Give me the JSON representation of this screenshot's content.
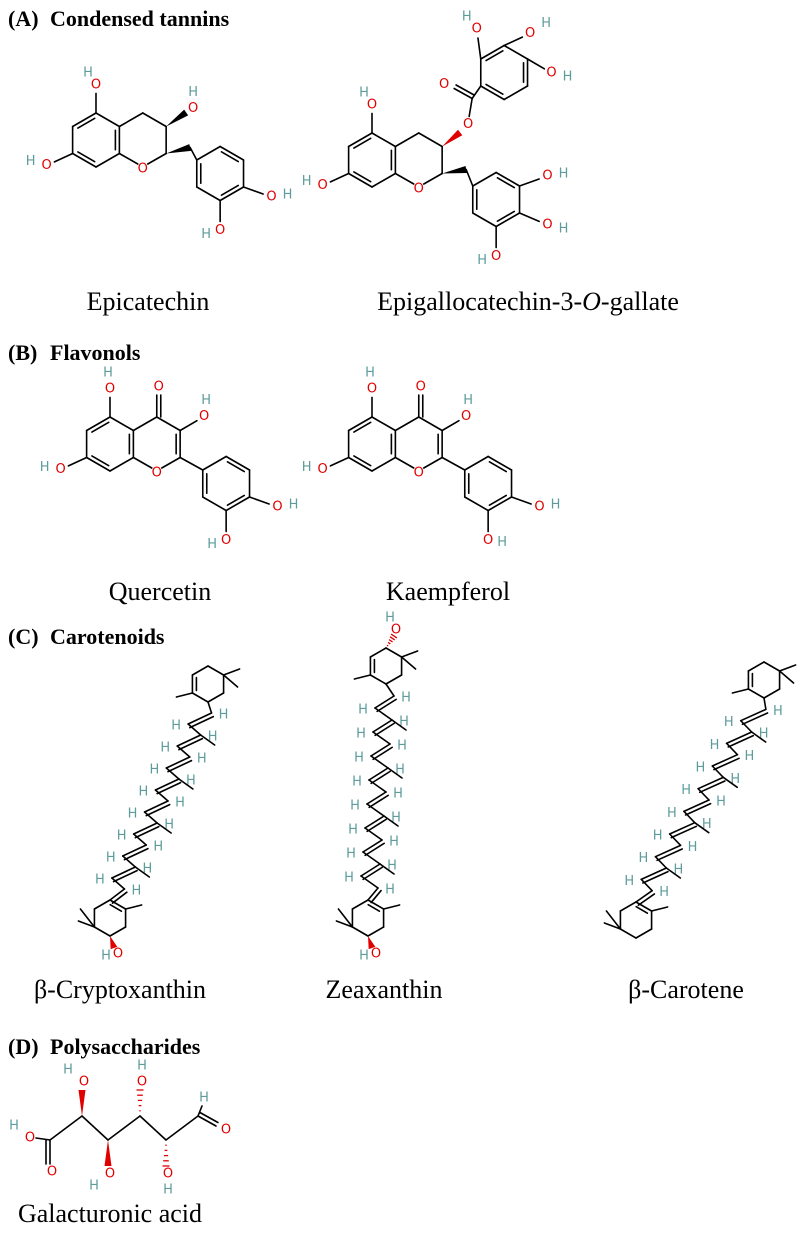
{
  "sections": [
    {
      "label": "(A)",
      "title": "Condensed tannins"
    },
    {
      "label": "(B)",
      "title": "Flavonols"
    },
    {
      "label": "(C)",
      "title": "Carotenoids"
    },
    {
      "label": "(D)",
      "title": "Polysaccharides"
    }
  ],
  "compounds": {
    "epicatechin": "Epicatechin",
    "egcg_prefix": "Epigallocatechin-3-",
    "egcg_italic": "O",
    "egcg_suffix": "-gallate",
    "quercetin": "Quercetin",
    "kaempferol": "Kaempferol",
    "cryptoxanthin": "β-Cryptoxanthin",
    "zeaxanthin": "Zeaxanthin",
    "carotene": "β-Carotene",
    "galacturonic": "Galacturonic acid"
  },
  "atoms": {
    "o": "O",
    "h": "H"
  },
  "colors": {
    "oxygen": "#e00000",
    "hydrogen": "#5e9c9c",
    "bond": "#000000"
  }
}
